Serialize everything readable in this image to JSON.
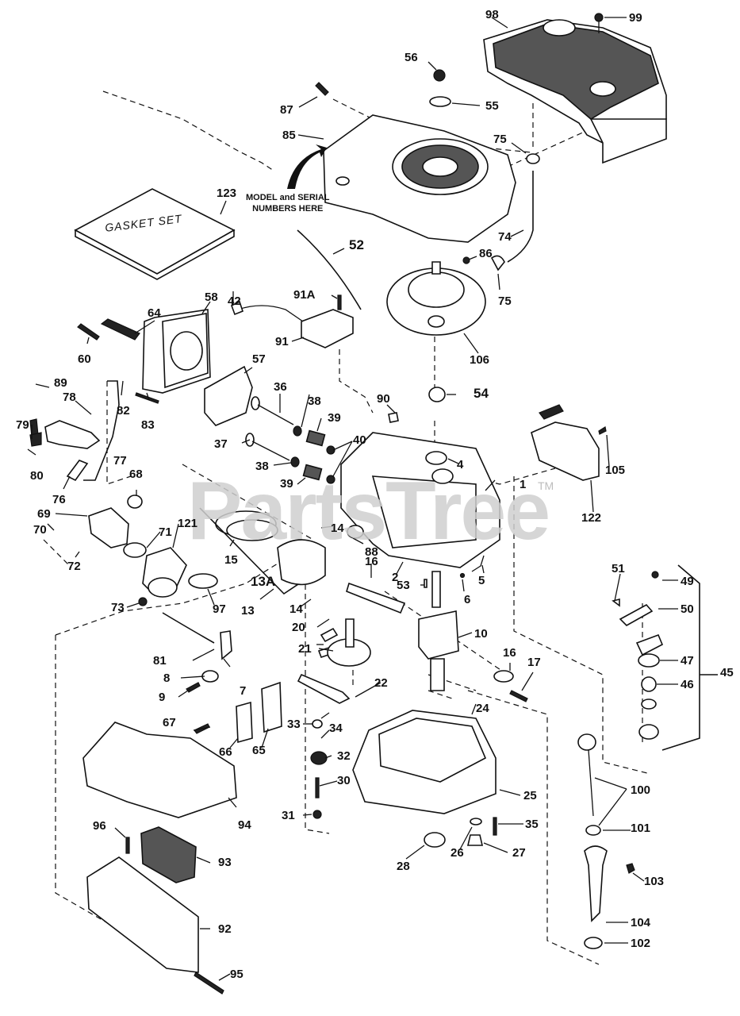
{
  "diagram": {
    "title": "Engine exploded parts diagram",
    "watermark": "PartsTree",
    "watermark_mark": "TM",
    "model_serial_note": [
      "MODEL and SERIAL",
      "NUMBERS HERE"
    ],
    "gasket_set_text": "GASKET SET"
  },
  "callouts": [
    {
      "id": "98",
      "part": "air-shroud-cover"
    },
    {
      "id": "99",
      "part": "screw"
    },
    {
      "id": "56",
      "part": "nut"
    },
    {
      "id": "55",
      "part": "washer"
    },
    {
      "id": "87",
      "part": "screw"
    },
    {
      "id": "85",
      "part": "blower-housing"
    },
    {
      "id": "75",
      "part": "grommet"
    },
    {
      "id": "75",
      "part": "clip"
    },
    {
      "id": "74",
      "part": "fuel-line"
    },
    {
      "id": "86",
      "part": "clamp"
    },
    {
      "id": "123",
      "part": "gasket-set"
    },
    {
      "id": "52",
      "part": "ground-wire"
    },
    {
      "id": "91A",
      "part": "screw"
    },
    {
      "id": "91",
      "part": "ignition-module"
    },
    {
      "id": "42",
      "part": "spark-plug-boot"
    },
    {
      "id": "58",
      "part": "breather"
    },
    {
      "id": "64",
      "part": "spark-plug"
    },
    {
      "id": "60",
      "part": "bolt"
    },
    {
      "id": "106",
      "part": "flywheel"
    },
    {
      "id": "54",
      "part": "flywheel-nut"
    },
    {
      "id": "57",
      "part": "head-gasket"
    },
    {
      "id": "36",
      "part": "valve"
    },
    {
      "id": "37",
      "part": "valve"
    },
    {
      "id": "38",
      "part": "valve-retainer"
    },
    {
      "id": "38",
      "part": "valve-retainer"
    },
    {
      "id": "39",
      "part": "valve-spring"
    },
    {
      "id": "39",
      "part": "valve-spring"
    },
    {
      "id": "40",
      "part": "valve-keeper"
    },
    {
      "id": "89",
      "part": "spring"
    },
    {
      "id": "78",
      "part": "screw"
    },
    {
      "id": "82",
      "part": "screw"
    },
    {
      "id": "83",
      "part": "link"
    },
    {
      "id": "79",
      "part": "bracket"
    },
    {
      "id": "80",
      "part": "screw"
    },
    {
      "id": "77",
      "part": "control-bracket-assembly"
    },
    {
      "id": "76",
      "part": "lever"
    },
    {
      "id": "90",
      "part": "clip"
    },
    {
      "id": "4",
      "part": "oil-seal"
    },
    {
      "id": "1",
      "part": "cylinder-block"
    },
    {
      "id": "122",
      "part": "recoil-starter"
    },
    {
      "id": "105",
      "part": "screw"
    },
    {
      "id": "68",
      "part": "nut"
    },
    {
      "id": "69",
      "part": "intake-pipe"
    },
    {
      "id": "70",
      "part": "bolt"
    },
    {
      "id": "72",
      "part": "screw"
    },
    {
      "id": "71",
      "part": "gasket"
    },
    {
      "id": "121",
      "part": "carburetor"
    },
    {
      "id": "73",
      "part": "nut"
    },
    {
      "id": "97",
      "part": "gasket"
    },
    {
      "id": "15",
      "part": "piston-rings"
    },
    {
      "id": "13A",
      "part": "piston"
    },
    {
      "id": "13",
      "part": "piston-assembly"
    },
    {
      "id": "14",
      "part": "retainer"
    },
    {
      "id": "14",
      "part": "retainer"
    },
    {
      "id": "88",
      "part": "nut"
    },
    {
      "id": "16",
      "part": "connecting-rod"
    },
    {
      "id": "2",
      "part": "dowel-pin"
    },
    {
      "id": "53",
      "part": "key"
    },
    {
      "id": "6",
      "part": "pin"
    },
    {
      "id": "5",
      "part": "link"
    },
    {
      "id": "10",
      "part": "crankshaft"
    },
    {
      "id": "16",
      "part": "rod-cap"
    },
    {
      "id": "17",
      "part": "bolt"
    },
    {
      "id": "20",
      "part": "valve-lifter"
    },
    {
      "id": "21",
      "part": "camshaft"
    },
    {
      "id": "22",
      "part": "governor-lever"
    },
    {
      "id": "81",
      "part": "governor-link"
    },
    {
      "id": "8",
      "part": "clamp"
    },
    {
      "id": "9",
      "part": "screw"
    },
    {
      "id": "7",
      "part": "lever"
    },
    {
      "id": "67",
      "part": "screw"
    },
    {
      "id": "66",
      "part": "muffler-plate"
    },
    {
      "id": "65",
      "part": "muffler-gasket"
    },
    {
      "id": "33",
      "part": "pin"
    },
    {
      "id": "34",
      "part": "washer"
    },
    {
      "id": "32",
      "part": "governor-gear"
    },
    {
      "id": "24",
      "part": "gasket"
    },
    {
      "id": "25",
      "part": "crankcase-cover"
    },
    {
      "id": "30",
      "part": "shaft"
    },
    {
      "id": "31",
      "part": "washer"
    },
    {
      "id": "35",
      "part": "screw"
    },
    {
      "id": "28",
      "part": "oil-seal"
    },
    {
      "id": "26",
      "part": "washer"
    },
    {
      "id": "27",
      "part": "plug"
    },
    {
      "id": "94",
      "part": "air-cleaner-cover"
    },
    {
      "id": "96",
      "part": "screw"
    },
    {
      "id": "93",
      "part": "filter-element"
    },
    {
      "id": "92",
      "part": "air-cleaner-body"
    },
    {
      "id": "95",
      "part": "screw"
    },
    {
      "id": "51",
      "part": "clip"
    },
    {
      "id": "49",
      "part": "screw"
    },
    {
      "id": "50",
      "part": "fuel-fitting"
    },
    {
      "id": "47",
      "part": "gasket"
    },
    {
      "id": "46",
      "part": "filter"
    },
    {
      "id": "45",
      "part": "fuel-tank-fitting-kit"
    },
    {
      "id": "100",
      "part": "dipstick"
    },
    {
      "id": "101",
      "part": "o-ring"
    },
    {
      "id": "103",
      "part": "screw"
    },
    {
      "id": "104",
      "part": "oil-fill-tube"
    },
    {
      "id": "102",
      "part": "o-ring"
    }
  ]
}
